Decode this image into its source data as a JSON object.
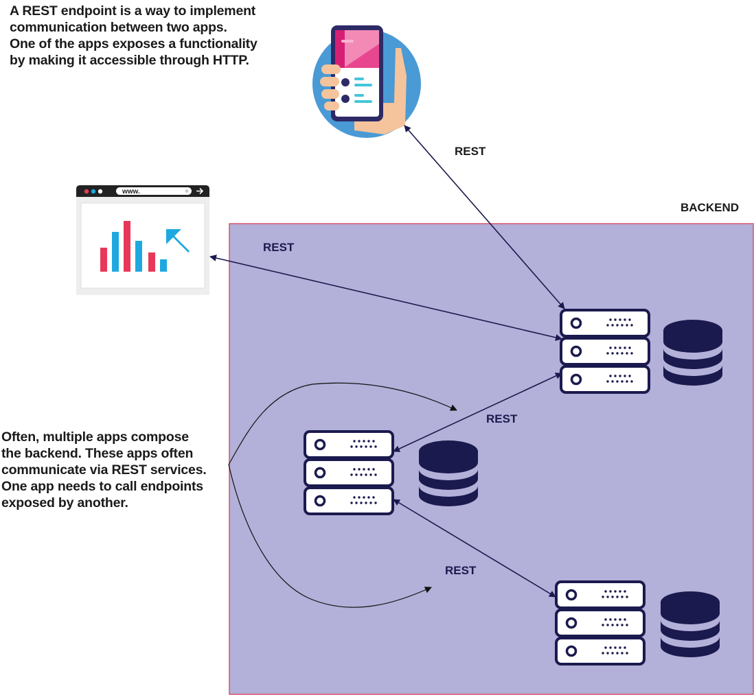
{
  "notes": {
    "top": [
      "A REST endpoint is a way to implement",
      "communication between two apps.",
      "One of the apps exposes a functionality",
      "by making it accessible through HTTP."
    ],
    "left": [
      "Often, multiple apps compose",
      "the backend. These apps often",
      "communicate via REST services.",
      "One app needs to call endpoints",
      "exposed by another."
    ]
  },
  "backend": {
    "label": "BACKEND",
    "fill": "#b3b0d9",
    "border": "#d9536b"
  },
  "connections": [
    {
      "id": "mobile-server",
      "label": "REST"
    },
    {
      "id": "browser-server",
      "label": "REST"
    },
    {
      "id": "server-server-top",
      "label": "REST"
    },
    {
      "id": "server-server-bottom",
      "label": "REST"
    }
  ],
  "browser": {
    "address": "www."
  },
  "icons": {
    "mobile": "hand-holding-phone-icon",
    "browser": "browser-window-chart-icon",
    "server": "server-rack-icon",
    "database": "database-icon"
  },
  "colors": {
    "dark_navy": "#1b1a4e",
    "chart_red": "#e8385a",
    "chart_blue": "#1fa8e0",
    "phone_circle": "#4a9ad6",
    "phone_pink": "#e8478f"
  }
}
